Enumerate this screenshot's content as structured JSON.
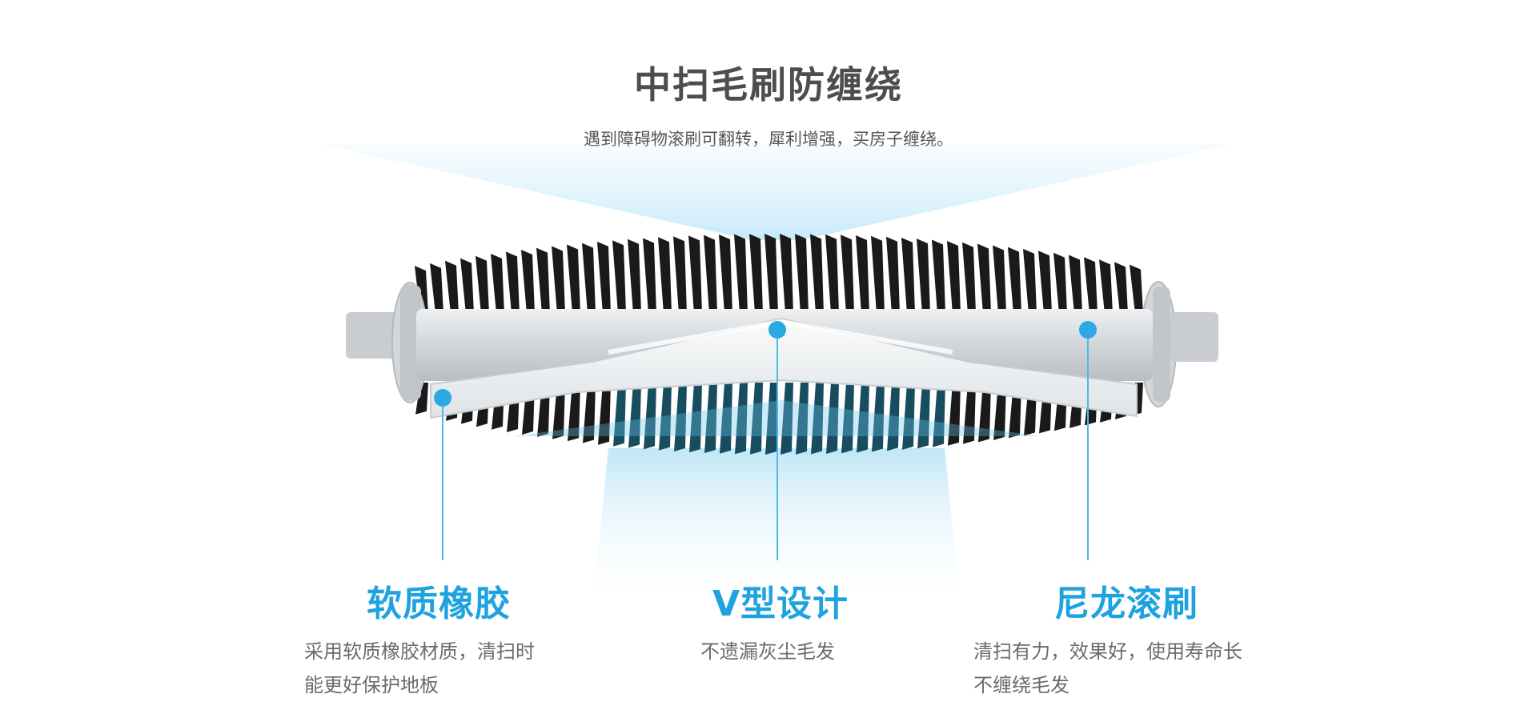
{
  "header": {
    "title": "中扫毛刷防缠绕",
    "subtitle": "遇到障碍物滚刷可翻转，犀利增强，买房子缠绕。"
  },
  "features": [
    {
      "title": "软质橡胶",
      "desc_line1": "采用软质橡胶材质，清扫时",
      "desc_line2": "能更好保护地板"
    },
    {
      "title": "V型设计",
      "desc_line1": "不遗漏灰尘毛发",
      "desc_line2": ""
    },
    {
      "title": "尼龙滚刷",
      "desc_line1": "清扫有力，效果好，使用寿命长",
      "desc_line2": "不缠绕毛发"
    }
  ],
  "colors": {
    "accent": "#1fa3e0",
    "title": "#4d4d4d",
    "text": "#6b6b6b",
    "bristle": "#1a1a1a",
    "body": "#d7dadd"
  }
}
